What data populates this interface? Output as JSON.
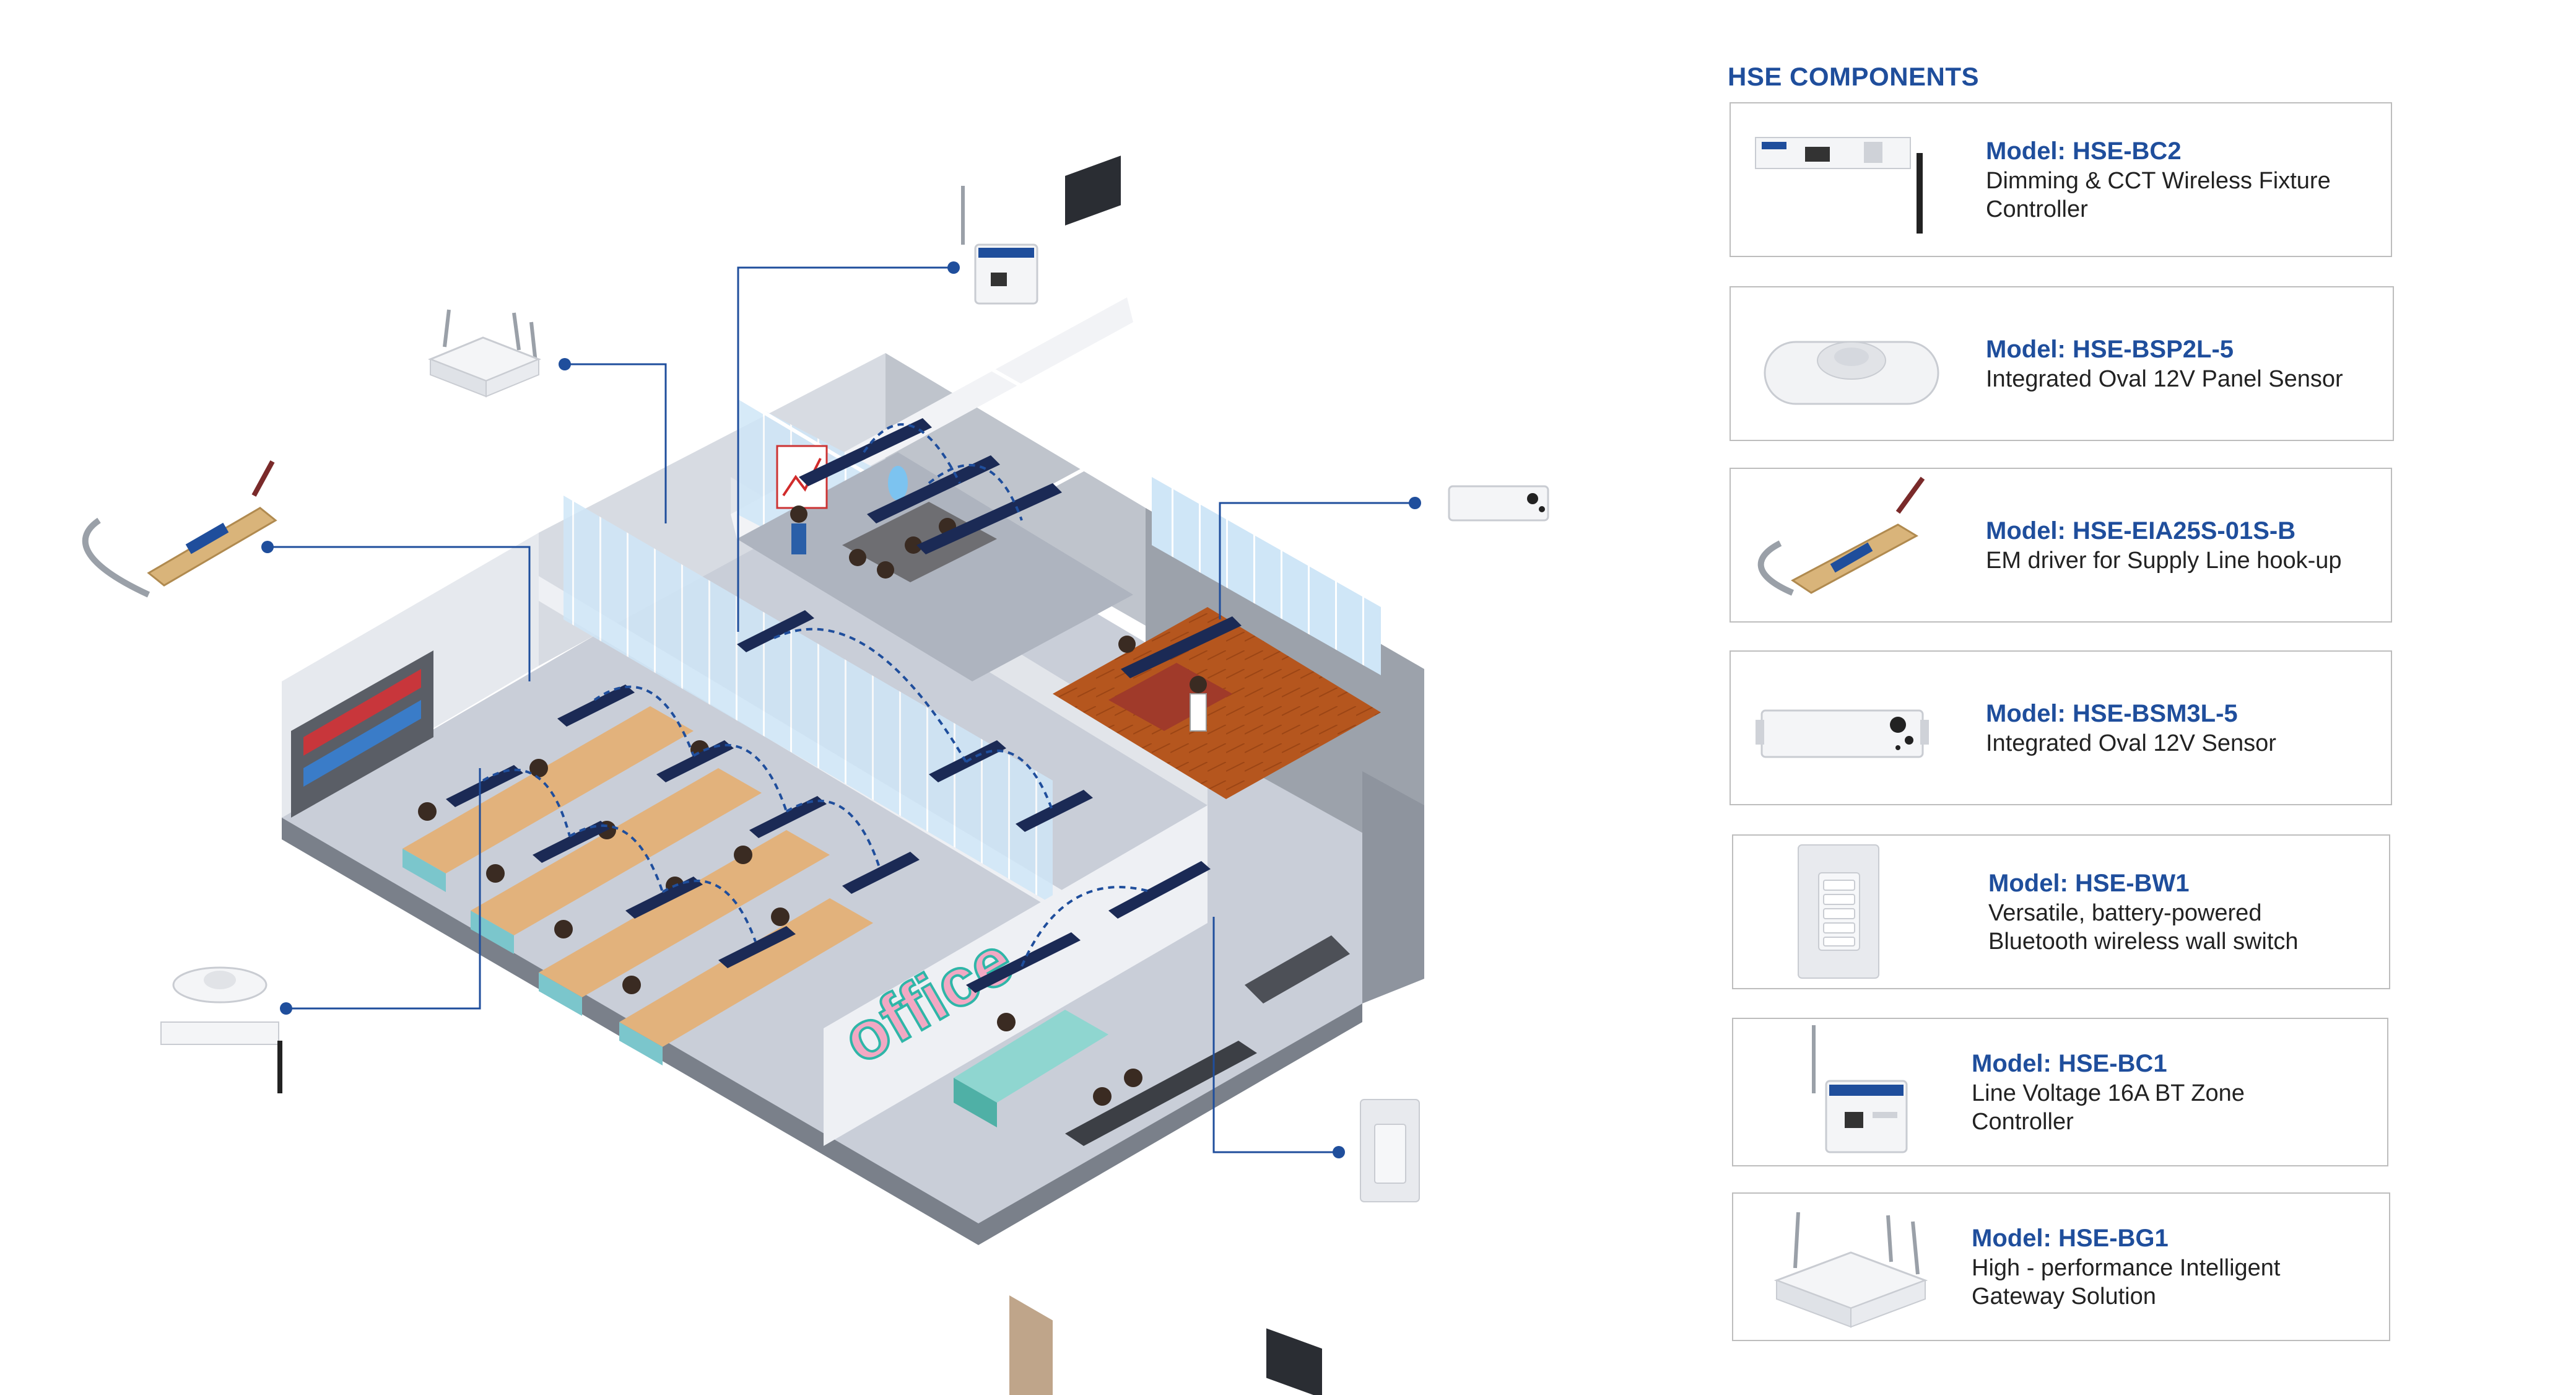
{
  "panel": {
    "title": "HSE COMPONENTS",
    "components": [
      {
        "model": "Model: HSE-BC2",
        "description": "Dimming & CCT Wireless Fixture Controller",
        "icon": "fixture-controller-icon"
      },
      {
        "model": "Model: HSE-BSP2L-5",
        "description": "Integrated Oval 12V Panel Sensor",
        "icon": "oval-panel-sensor-icon"
      },
      {
        "model": "Model: HSE-EIA25S-01S-B",
        "description": "EM driver for Supply Line hook-up",
        "icon": "em-driver-icon"
      },
      {
        "model": "Model: HSE-BSM3L-5",
        "description": "Integrated Oval 12V Sensor",
        "icon": "oval-sensor-icon"
      },
      {
        "model": "Model: HSE-BW1",
        "description": "Versatile, battery-powered Bluetooth wireless wall switch",
        "icon": "wall-switch-icon"
      },
      {
        "model": "Model: HSE-BC1",
        "description": "Line Voltage 16A BT Zone Controller",
        "icon": "zone-controller-icon"
      },
      {
        "model": "Model: HSE-BG1",
        "description": "High - performance Intelligent Gateway Solution",
        "icon": "gateway-icon"
      }
    ]
  },
  "scene": {
    "sign_text": "office",
    "colors": {
      "brand": "#1f4e9c",
      "floor": "#c9ced8",
      "wall_light": "#dfe3ea",
      "wall_dark": "#8e949e",
      "wood": "#b5561e",
      "desk_top": "#e2b27c",
      "desk_front": "#7bc6cc",
      "panel_light": "#1b2a55",
      "connector": "#1f4e9c"
    }
  }
}
